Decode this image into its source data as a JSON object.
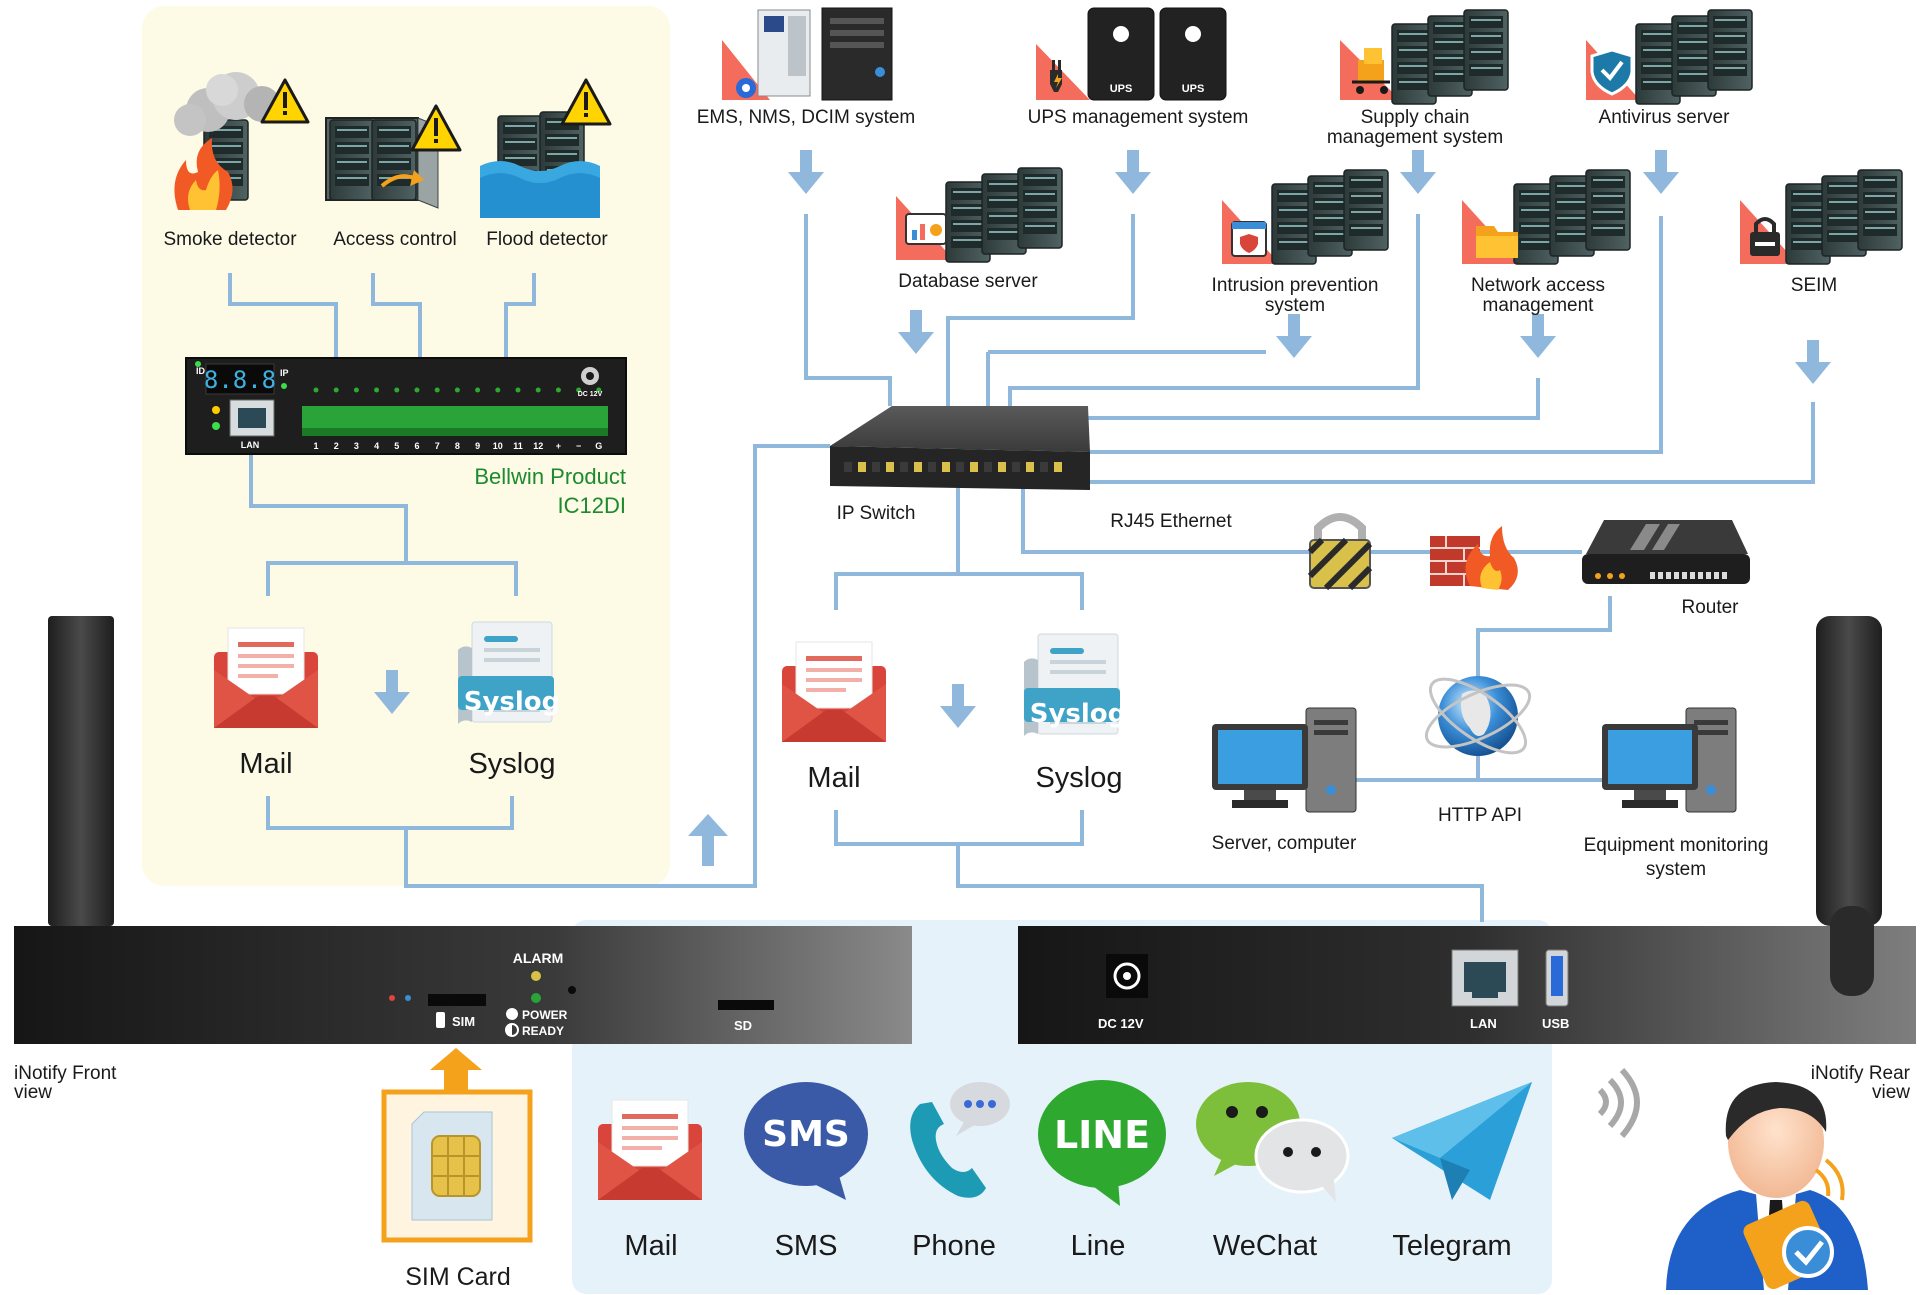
{
  "sensors": {
    "smoke": "Smoke detector",
    "access": "Access control",
    "flood": "Flood detector"
  },
  "product": {
    "name": "Bellwin Product",
    "model": "IC12DI",
    "display": "8.8.8",
    "labels": {
      "id": "ID",
      "ip": "IP",
      "lan": "LAN",
      "dc": "DC 12V",
      "ports": [
        "1",
        "2",
        "3",
        "4",
        "5",
        "6",
        "7",
        "8",
        "9",
        "10",
        "11",
        "12",
        "+",
        "−",
        "G"
      ]
    }
  },
  "left_notify": {
    "mail": "Mail",
    "syslog": "Syslog",
    "syslog_badge": "Syslog"
  },
  "systems": {
    "ems": "EMS, NMS, DCIM system",
    "ups": "UPS management system",
    "ups_badge": "UPS",
    "supply": "Supply chain management system",
    "antivirus": "Antivirus server",
    "database": "Database server",
    "ips": "Intrusion prevention system",
    "nac": "Network access management",
    "seim": "SEIM"
  },
  "network": {
    "switch": "IP Switch",
    "ethernet": "RJ45 Ethernet",
    "router": "Router",
    "http_api": "HTTP API",
    "server": "Server, computer",
    "equipment": "Equipment monitoring system"
  },
  "center_notify": {
    "mail": "Mail",
    "syslog": "Syslog",
    "syslog_badge": "Syslog"
  },
  "device": {
    "front_caption": "iNotify Front view",
    "rear_caption": "iNotify Rear view",
    "alarm": "ALARM",
    "power": "POWER",
    "ready": "READY",
    "sim": "SIM",
    "sd": "SD",
    "dc": "DC 12V",
    "lan": "LAN",
    "usb": "USB"
  },
  "sim_card": "SIM Card",
  "channels": {
    "mail": "Mail",
    "sms": "SMS",
    "sms_badge": "SMS",
    "phone": "Phone",
    "line": "Line",
    "line_badge": "LINE",
    "wechat": "WeChat",
    "telegram": "Telegram"
  },
  "colors": {
    "connector": "#8fb8dc",
    "arrow": "#8fb8dc",
    "left_panel": "#fdfbe6",
    "bottom_panel": "#e6f2f9",
    "mail_red": "#d9453b",
    "syslog_teal": "#3fa3c8",
    "sms_blue": "#3a5aa8",
    "line_green": "#2fa82f",
    "telegram_blue": "#2a9fd8",
    "sim_orange": "#f4a21c",
    "device_dark": "#2a2a2a",
    "product_green": "#1d8a2e"
  }
}
